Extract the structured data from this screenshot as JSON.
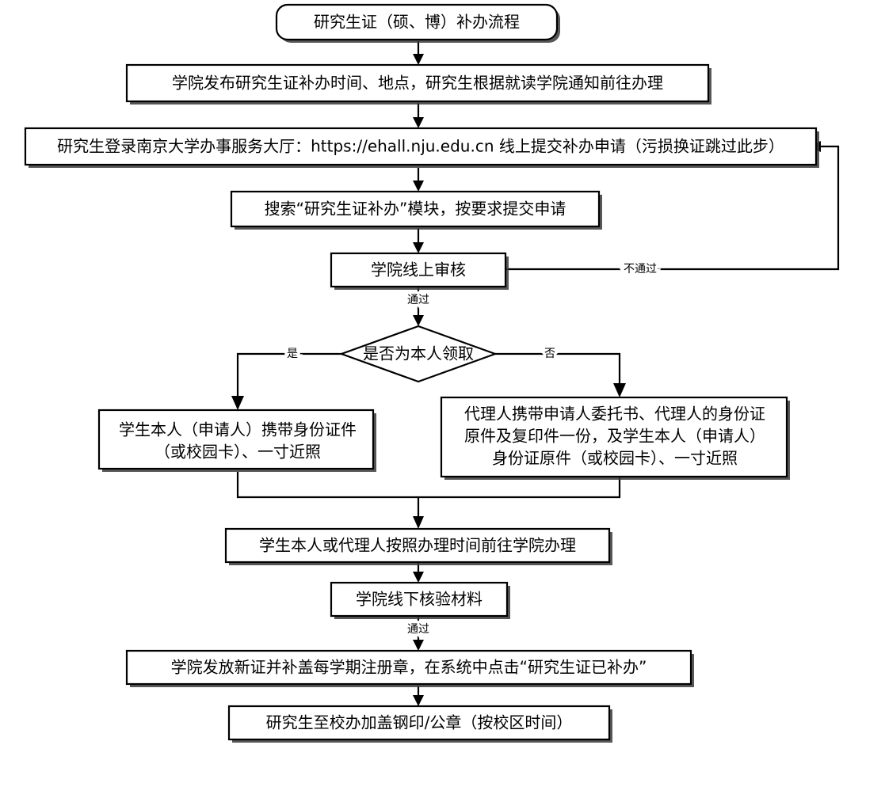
{
  "diagram": {
    "title": "研究生证（硕、博）补办流程",
    "type": "flowchart",
    "orientation": "top-to-bottom",
    "background_color": "#ffffff",
    "line_color": "#000000",
    "node_fill": "#ffffff"
  },
  "nodes": {
    "title": {
      "text": "研究生证（硕、博）补办流程",
      "shape": "rounded-rect"
    },
    "announce": {
      "text": "学院发布研究生证补办时间、地点，研究生根据就读学院通知前往办理",
      "shape": "rect"
    },
    "login": {
      "text": "研究生登录南京大学办事服务大厅：https://ehall.nju.edu.cn 线上提交补办申请（污损换证跳过此步）",
      "shape": "rect"
    },
    "search": {
      "text": "搜索“研究生证补办”模块，按要求提交申请",
      "shape": "rect"
    },
    "online_review": {
      "text": "学院线上审核",
      "shape": "rect"
    },
    "decision": {
      "text": "是否为本人领取",
      "shape": "diamond"
    },
    "self_pickup_line1": {
      "text": "学生本人（申请人）携带身份证件"
    },
    "self_pickup_line2": {
      "text": "（或校园卡）、一寸近照"
    },
    "agent_pickup_line1": {
      "text": "代理人携带申请人委托书、代理人的身份证"
    },
    "agent_pickup_line2": {
      "text": "原件及复印件一份，及学生本人（申请人）"
    },
    "agent_pickup_line3": {
      "text": "身份证原件（或校园卡）、一寸近照"
    },
    "go_college": {
      "text": "学生本人或代理人按照办理时间前往学院办理",
      "shape": "rect"
    },
    "offline_verify": {
      "text": "学院线下核验材料",
      "shape": "rect"
    },
    "issue_new": {
      "text": "学院发放新证并补盖每学期注册章，在系统中点击“研究生证已补办”",
      "shape": "rect"
    },
    "seal": {
      "text": "研究生至校办加盖钢印/公章（按校区时间）",
      "shape": "rect"
    }
  },
  "edge_labels": {
    "pass_online": "通过",
    "fail_online": "不通过",
    "yes": "是",
    "no": "否",
    "pass_offline": "通过"
  }
}
